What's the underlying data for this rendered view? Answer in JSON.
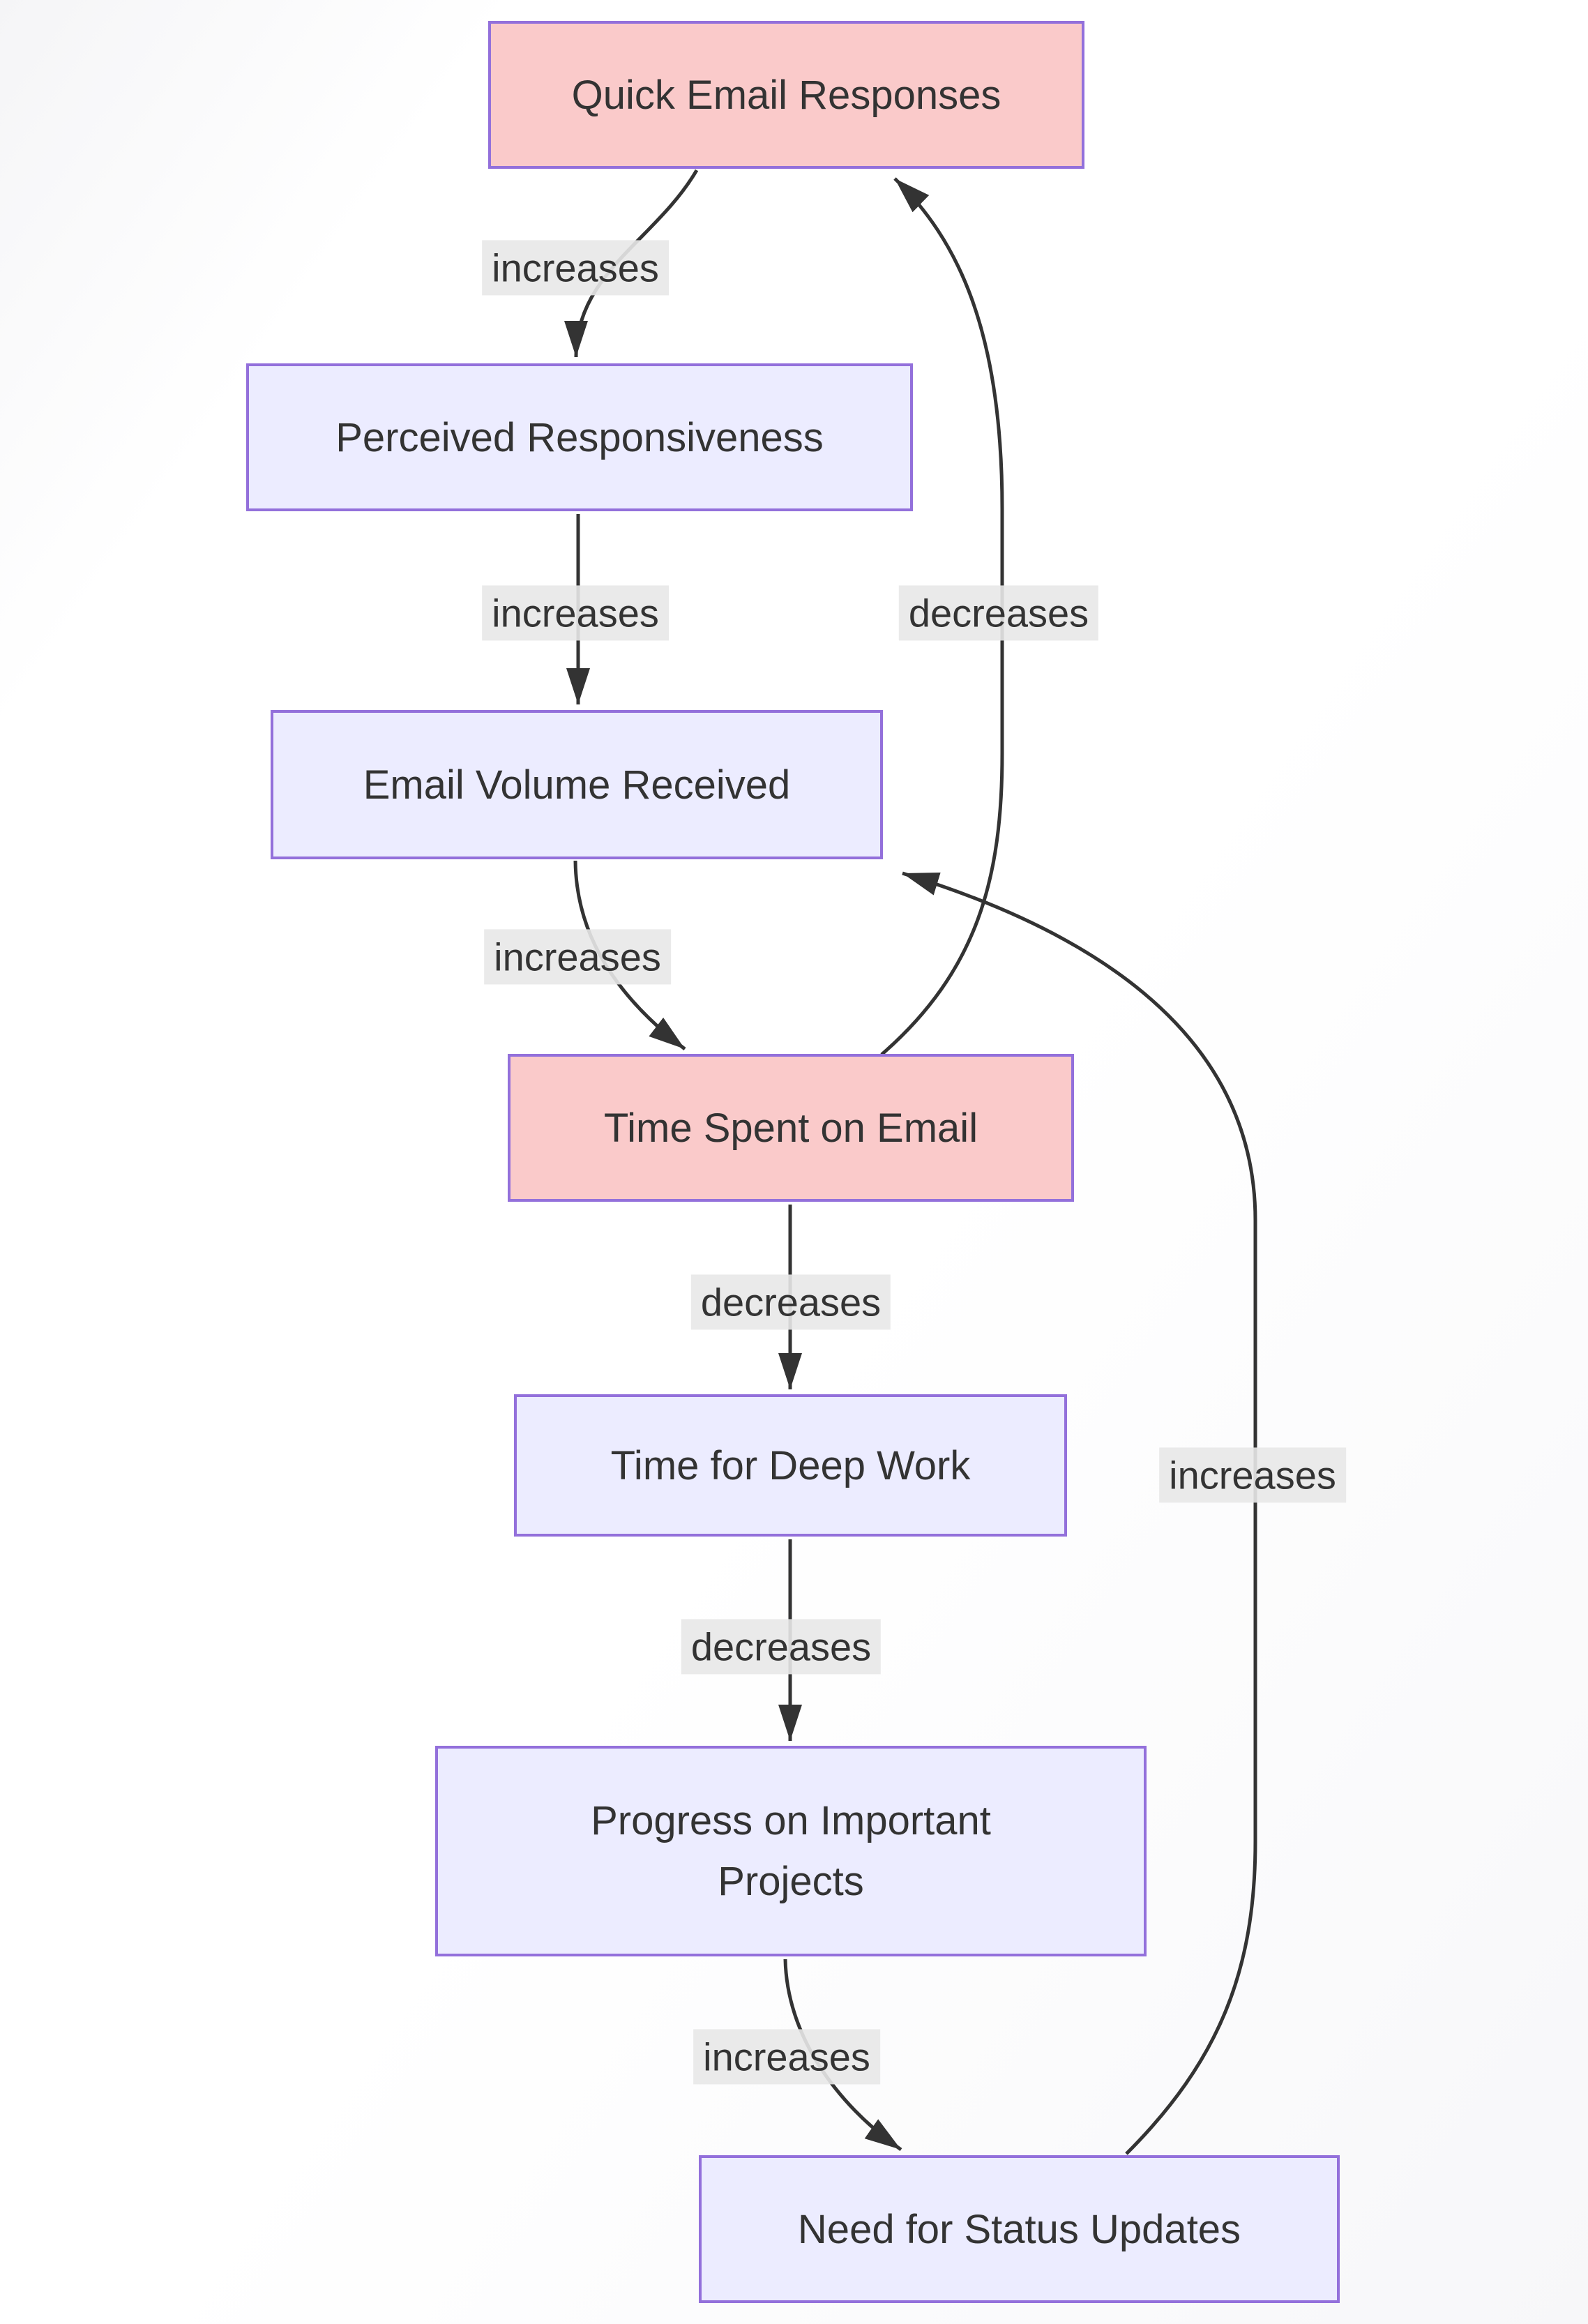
{
  "diagram": {
    "type": "flowchart",
    "nodes": [
      {
        "id": "A",
        "label": "Quick Email Responses",
        "emphasis": true
      },
      {
        "id": "B",
        "label": "Perceived Responsiveness",
        "emphasis": false
      },
      {
        "id": "C",
        "label": "Email Volume Received",
        "emphasis": false
      },
      {
        "id": "D",
        "label": "Time Spent on Email",
        "emphasis": true
      },
      {
        "id": "E",
        "label": "Time for Deep Work",
        "emphasis": false
      },
      {
        "id": "F",
        "label": "Progress on Important Projects",
        "emphasis": false
      },
      {
        "id": "G",
        "label": "Need for Status Updates",
        "emphasis": false
      }
    ],
    "edges": [
      {
        "from": "Quick Email Responses",
        "to": "Perceived Responsiveness",
        "label": "increases"
      },
      {
        "from": "Perceived Responsiveness",
        "to": "Email Volume Received",
        "label": "increases"
      },
      {
        "from": "Email Volume Received",
        "to": "Time Spent on Email",
        "label": "increases"
      },
      {
        "from": "Time Spent on Email",
        "to": "Quick Email Responses",
        "label": "decreases"
      },
      {
        "from": "Time Spent on Email",
        "to": "Time for Deep Work",
        "label": "decreases"
      },
      {
        "from": "Time for Deep Work",
        "to": "Progress on Important Projects",
        "label": "decreases"
      },
      {
        "from": "Progress on Important Projects",
        "to": "Need for Status Updates",
        "label": "increases"
      },
      {
        "from": "Need for Status Updates",
        "to": "Email Volume Received",
        "label": "increases"
      }
    ],
    "colors": {
      "node_fill_normal": "#ECECFF",
      "node_fill_emphasis": "#FACACA",
      "node_border": "#9370DB",
      "edge_line": "#333333",
      "edge_label_background": "#E8E8E8",
      "text": "#333333"
    }
  }
}
